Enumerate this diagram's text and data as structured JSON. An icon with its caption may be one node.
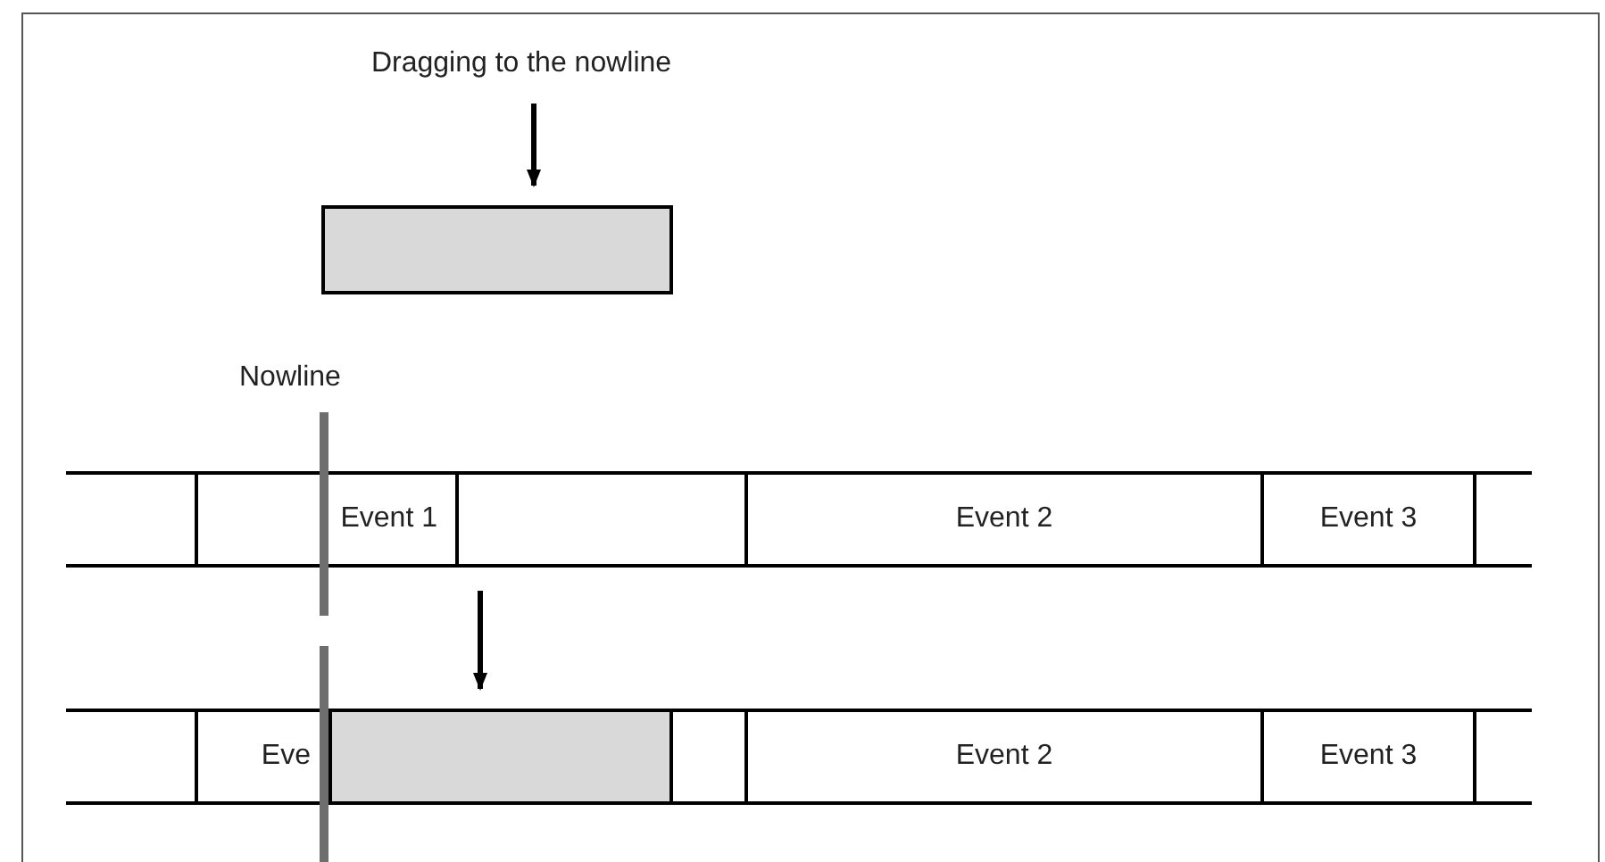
{
  "diagram": {
    "nodes": [
      {
        "text": [
          "Dragging to the nowline"
        ]
      },
      {
        "text": [],
        "shape": "box"
      },
      {
        "text": [
          "Event 1"
        ]
      },
      {
        "text": [],
        "shape": "box"
      },
      {
        "text": [
          "Event 2"
        ]
      },
      {
        "text": [
          "Event 3"
        ]
      },
      {
        "text": [
          "Eve"
        ]
      },
      {
        "text": [],
        "shape": "box"
      },
      {
        "text": [],
        "shape": "box"
      },
      {
        "text": [
          "Event 2"
        ]
      },
      {
        "text": [
          "Event 3"
        ]
      }
    ],
    "edges": [
      {
        "from": 0,
        "to": 1,
        "arrow": "to"
      },
      {
        "from": null,
        "to": 7,
        "arrow": "to"
      }
    ],
    "labels": [
      "Nowline"
    ]
  }
}
